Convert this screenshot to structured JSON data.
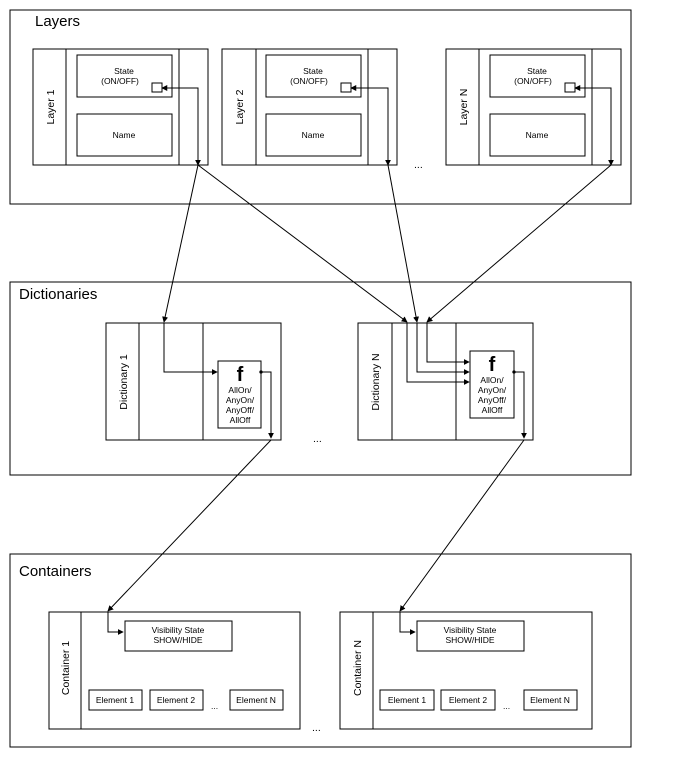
{
  "groups": {
    "layers": {
      "title": "Layers",
      "items": [
        {
          "name": "Layer 1",
          "state_label_line1": "State",
          "state_label_line2": "(ON/OFF)",
          "name_label": "Name"
        },
        {
          "name": "Layer 2",
          "state_label_line1": "State",
          "state_label_line2": "(ON/OFF)",
          "name_label": "Name"
        },
        {
          "name": "Layer N",
          "state_label_line1": "State",
          "state_label_line2": "(ON/OFF)",
          "name_label": "Name"
        }
      ],
      "ellipsis": "..."
    },
    "dictionaries": {
      "title": "Dictionaries",
      "items": [
        {
          "name": "Dictionary 1",
          "function_symbol": "f",
          "function_lines": [
            "AllOn/",
            "AnyOn/",
            "AnyOff/",
            "AllOff"
          ]
        },
        {
          "name": "Dictionary N",
          "function_symbol": "f",
          "function_lines": [
            "AllOn/",
            "AnyOn/",
            "AnyOff/",
            "AllOff"
          ]
        }
      ],
      "ellipsis": "..."
    },
    "containers": {
      "title": "Containers",
      "items": [
        {
          "name": "Container 1",
          "visibility_line1": "Visibility State",
          "visibility_line2": "SHOW/HIDE",
          "elements": [
            "Element 1",
            "Element 2",
            "Element N"
          ],
          "elements_ellipsis": "..."
        },
        {
          "name": "Container N",
          "visibility_line1": "Visibility State",
          "visibility_line2": "SHOW/HIDE",
          "elements": [
            "Element 1",
            "Element 2",
            "Element N"
          ],
          "elements_ellipsis": "..."
        }
      ],
      "ellipsis": "..."
    }
  },
  "connections": [
    {
      "from": "Layer 1",
      "to": "Dictionary 1"
    },
    {
      "from": "Layer 1",
      "to": "Dictionary N"
    },
    {
      "from": "Layer 2",
      "to": "Dictionary N"
    },
    {
      "from": "Layer N",
      "to": "Dictionary N"
    },
    {
      "from": "Dictionary 1",
      "to": "Container 1"
    },
    {
      "from": "Dictionary N",
      "to": "Container N"
    }
  ]
}
